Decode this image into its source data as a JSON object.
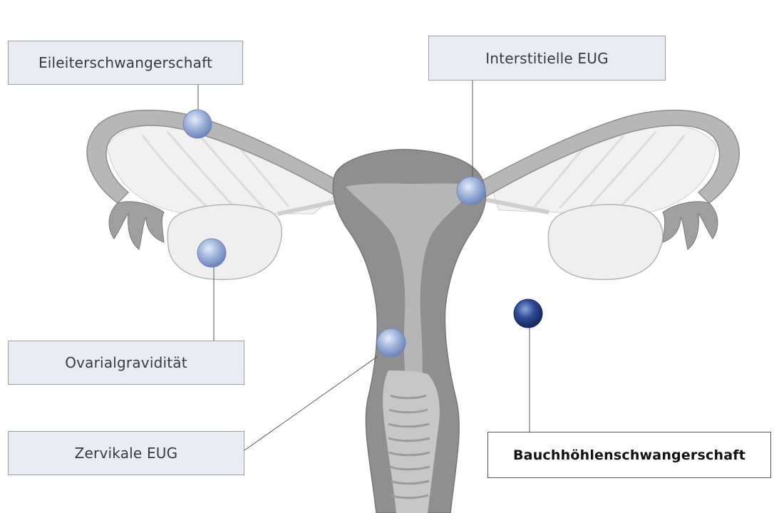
{
  "labels": {
    "tubal": "Eileiterschwangerschaft",
    "interstitial": "Interstitielle EUG",
    "ovarian": "Ovarialgravidität",
    "cervical": "Zervikale EUG",
    "abdominal": "Bauchhöhlenschwangerschaft"
  },
  "colors": {
    "uterus_dark": "#8f8f8f",
    "uterus_mid": "#b3b3b3",
    "tube_fill": "#c4c4c4",
    "mesosalpinx": "#f1f1f1",
    "ovary": "#efefef",
    "marker_light": "#9bb0d8",
    "marker_dark": "#2d4a96",
    "label_box": "#e9ecf3"
  }
}
